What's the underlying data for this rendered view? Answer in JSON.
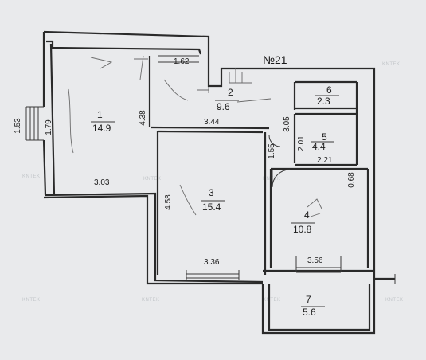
{
  "plan": {
    "apartment_label": "№21",
    "left_marker": "1.53",
    "watermark": "KNTEK",
    "rooms": [
      {
        "id": "1",
        "area": "14.9"
      },
      {
        "id": "2",
        "area": "9.6"
      },
      {
        "id": "3",
        "area": "15.4"
      },
      {
        "id": "4",
        "area": "10.8"
      },
      {
        "id": "5",
        "area": "4.4"
      },
      {
        "id": "6",
        "area": "2.3"
      },
      {
        "id": "7",
        "area": "5.6"
      }
    ],
    "dimensions": [
      "1.62",
      "1.79",
      "4.38",
      "3.03",
      "3.44",
      "3.05",
      "1.55",
      "2.01",
      "2.21",
      "4.58",
      "0.68",
      "3.36",
      "3.56"
    ]
  },
  "colors": {
    "background": "#e9eaec",
    "wall": "#2a2a2a",
    "text": "#1c1c1c",
    "pencil": "#6b6b6b",
    "watermark": "#c3c6ca"
  }
}
